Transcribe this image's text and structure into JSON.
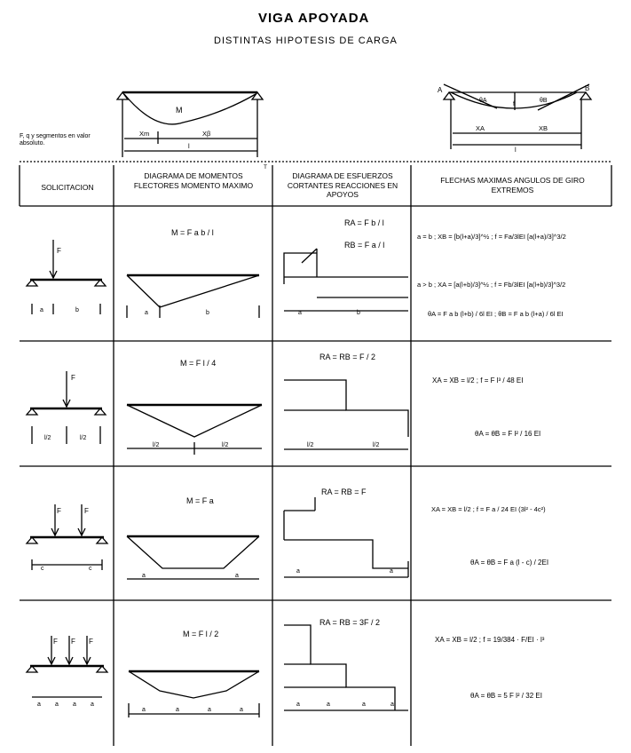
{
  "title": "VIGA APOYADA",
  "subtitle": "DISTINTAS HIPOTESIS DE CARGA",
  "top_left": {
    "moment_label": "M",
    "xm_label": "Xm",
    "xb_label": "Xβ",
    "span_label": "l",
    "note": "F, q y segmentos en valor absoluto."
  },
  "top_right": {
    "a_label": "A",
    "b_label": "B",
    "f_label": "f",
    "ta_label": "θA",
    "tb_label": "θB",
    "xa_label": "XA",
    "xb_label": "XB",
    "span_label": "l"
  },
  "headers": {
    "solicitacion": "SOLICITACION",
    "momentos": "DIAGRAMA DE MOMENTOS FLECTORES MOMENTO MAXIMO",
    "esfuerzos": "DIAGRAMA DE ESFUERZOS CORTANTES REACCIONES EN APOYOS",
    "flechas": "FLECHAS MAXIMAS ANGULOS DE GIRO EXTREMOS",
    "t_mark": "T"
  },
  "rows": [
    {
      "load": "F",
      "dims": [
        "a",
        "b"
      ],
      "moment": "M = F a b / l",
      "shear_ra": "RA = F b / l",
      "shear_rb": "RB = F a / l",
      "shear_dims": [
        "a",
        "b"
      ],
      "flecha_1": "a = b ; XB = [b(l+a)/3]^½ ; f = Fa/3lEI [a(l+a)/3]^3/2",
      "flecha_2": "a > b ; XA = [a(l+b)/3]^½ ; f = Fb/3lEI [a(l+b)/3]^3/2",
      "flecha_3": "θA = F a b (l+b) / 6l EI ;  θB = F a b (l+a) / 6l EI"
    },
    {
      "load": "F",
      "dims": [
        "l/2",
        "l/2"
      ],
      "moment": "M = F l / 4",
      "shear_r": "RA = RB = F / 2",
      "shear_dims": [
        "l/2",
        "l/2"
      ],
      "flecha_1": "XA = XB = l/2 ;   f = F l³ / 48 EI",
      "flecha_2": "θA = θB = F l² / 16 EI"
    },
    {
      "load": "F",
      "dims": [
        "c",
        "c"
      ],
      "moment": "M = F a",
      "shear_r": "RA = RB = F",
      "shear_dims": [
        "a",
        "a"
      ],
      "flecha_1": "XA = XB = l/2 ;   f = F a / 24 EI (3l² - 4c²)",
      "flecha_2": "θA = θB = F a (l - c) / 2EI"
    },
    {
      "load": "F",
      "dims": [
        "a",
        "a",
        "a",
        "a"
      ],
      "moment": "M = F l / 2",
      "shear_r": "RA = RB = 3F / 2",
      "shear_dims": [
        "a",
        "a",
        "a",
        "a"
      ],
      "flecha_1": "XA = XB = l/2 ;   f = 19/384 · F/EI · l³",
      "flecha_2": "θA = θB = 5 F l² / 32 EI"
    }
  ]
}
